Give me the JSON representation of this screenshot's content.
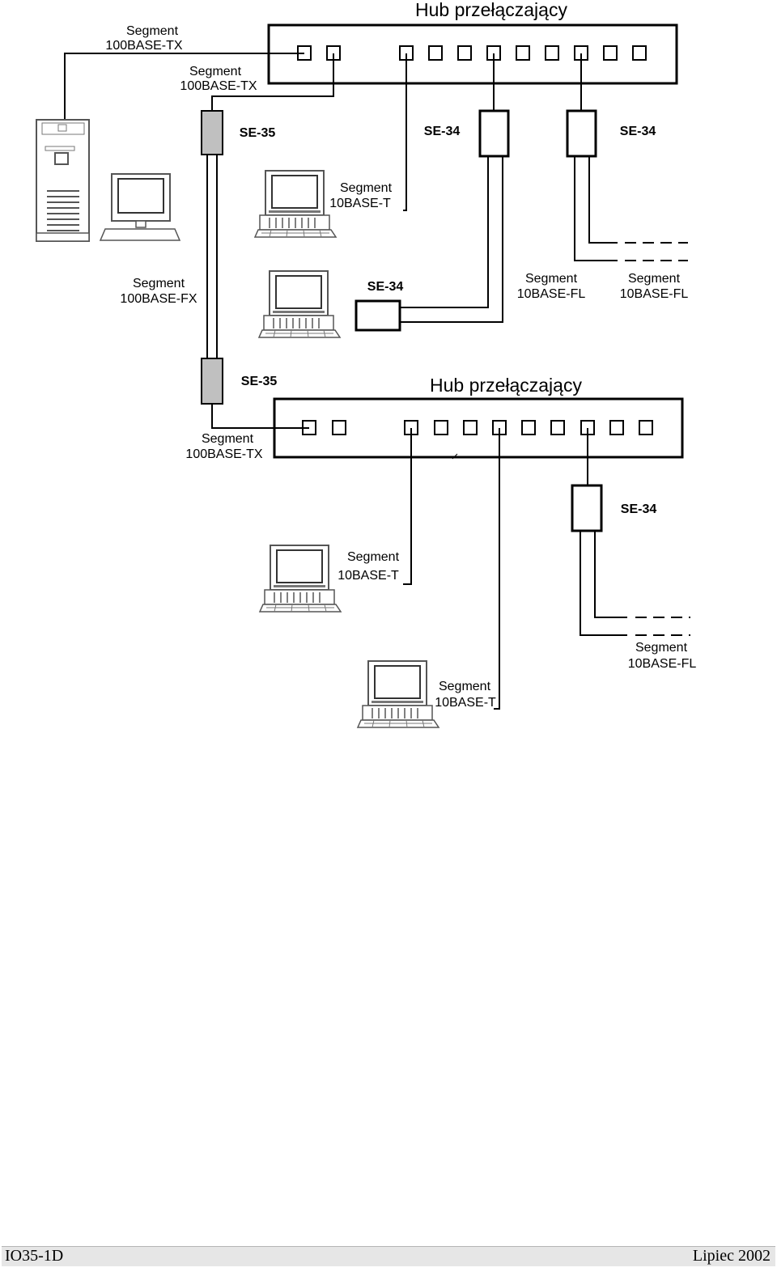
{
  "top": {
    "hub_title": "Hub przełączający",
    "server_link": {
      "line1": "Segment",
      "line2": "100BASE-TX"
    },
    "fx_uplink": {
      "line1": "Segment",
      "line2": "100BASE-TX"
    },
    "se35_top": "SE-35",
    "se34_a": "SE-34",
    "se34_b": "SE-34",
    "tp_link": {
      "line1": "Segment",
      "line2": "10BASE-T"
    },
    "fx_segment": {
      "line1": "Segment",
      "line2": "100BASE-FX"
    },
    "se34_c": "SE-34",
    "fl_link_a": {
      "line1": "Segment",
      "line2": "10BASE-FL"
    },
    "fl_link_b": {
      "line1": "Segment",
      "line2": "10BASE-FL"
    }
  },
  "bottom": {
    "hub_title": "Hub przełączający",
    "se35_bottom": "SE-35",
    "tx_link": {
      "line1": "Segment",
      "line2": "100BASE-TX"
    },
    "se34_d": "SE-34",
    "tp_link_a": {
      "line1": "Segment",
      "line2": "10BASE-T"
    },
    "fl_link_c": {
      "line1": "Segment",
      "line2": "10BASE-FL"
    },
    "tp_link_b": {
      "line1": "Segment",
      "line2": "10BASE-T"
    }
  },
  "footer": {
    "left": "IO35-1D",
    "right": "Lipiec 2002"
  },
  "colors": {
    "line": "#000000",
    "converter_fill": "#c0c0c0",
    "footer_bg": "#e6e6e6"
  }
}
